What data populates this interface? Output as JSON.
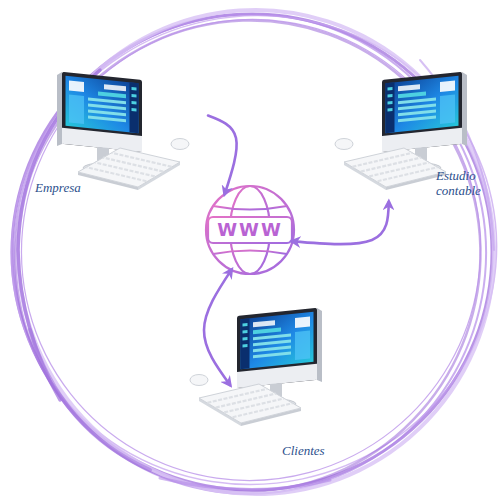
{
  "diagram": {
    "nodes": [
      {
        "text": [
          "Empresa"
        ]
      },
      {
        "text": [
          "Estudio contable"
        ]
      },
      {
        "text": [
          "WWW"
        ]
      },
      {
        "text": [
          "Clientes"
        ]
      }
    ],
    "edges": [
      {
        "from": 0,
        "to": 2,
        "arrow": "to"
      },
      {
        "from": 1,
        "to": 2,
        "arrow": "both"
      },
      {
        "from": 2,
        "to": 3,
        "arrow": "both"
      }
    ]
  }
}
